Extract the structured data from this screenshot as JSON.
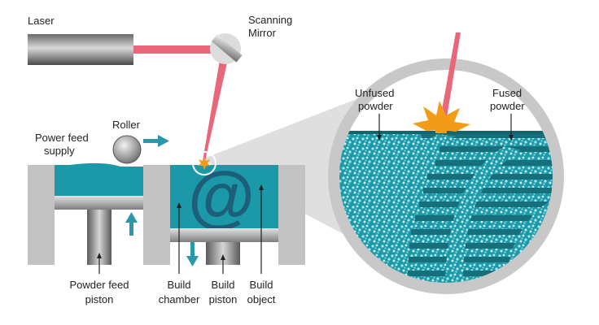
{
  "labels": {
    "laser": "Laser",
    "scanning_mirror_line1": "Scanning",
    "scanning_mirror_line2": "Mirror",
    "roller": "Roller",
    "power_feed_line1": "Power feed",
    "power_feed_line2": "supply",
    "powder_feed_piston_line1": "Powder feed",
    "powder_feed_piston_line2": "piston",
    "build_chamber_line1": "Build",
    "build_chamber_line2": "chamber",
    "build_piston_line1": "Build",
    "build_piston_line2": "piston",
    "build_object_line1": "Build",
    "build_object_line2": "object",
    "unfused_line1": "Unfused",
    "unfused_line2": "powder",
    "fused_line1": "Fused",
    "fused_line2": "powder",
    "object_symbol": "@"
  },
  "colors": {
    "powder_teal": "#1b99a8",
    "beam_pink": "#e8677a",
    "arrow_teal": "#2a97ab",
    "spark_orange": "#f39a16",
    "steel_gray": "#8f8f8f",
    "wall_gray": "#c2c2c2",
    "magnifier_gray": "#cfcfcf",
    "fused_layer_dark": "#186f7c",
    "object_blue": "#1d5f7a"
  }
}
